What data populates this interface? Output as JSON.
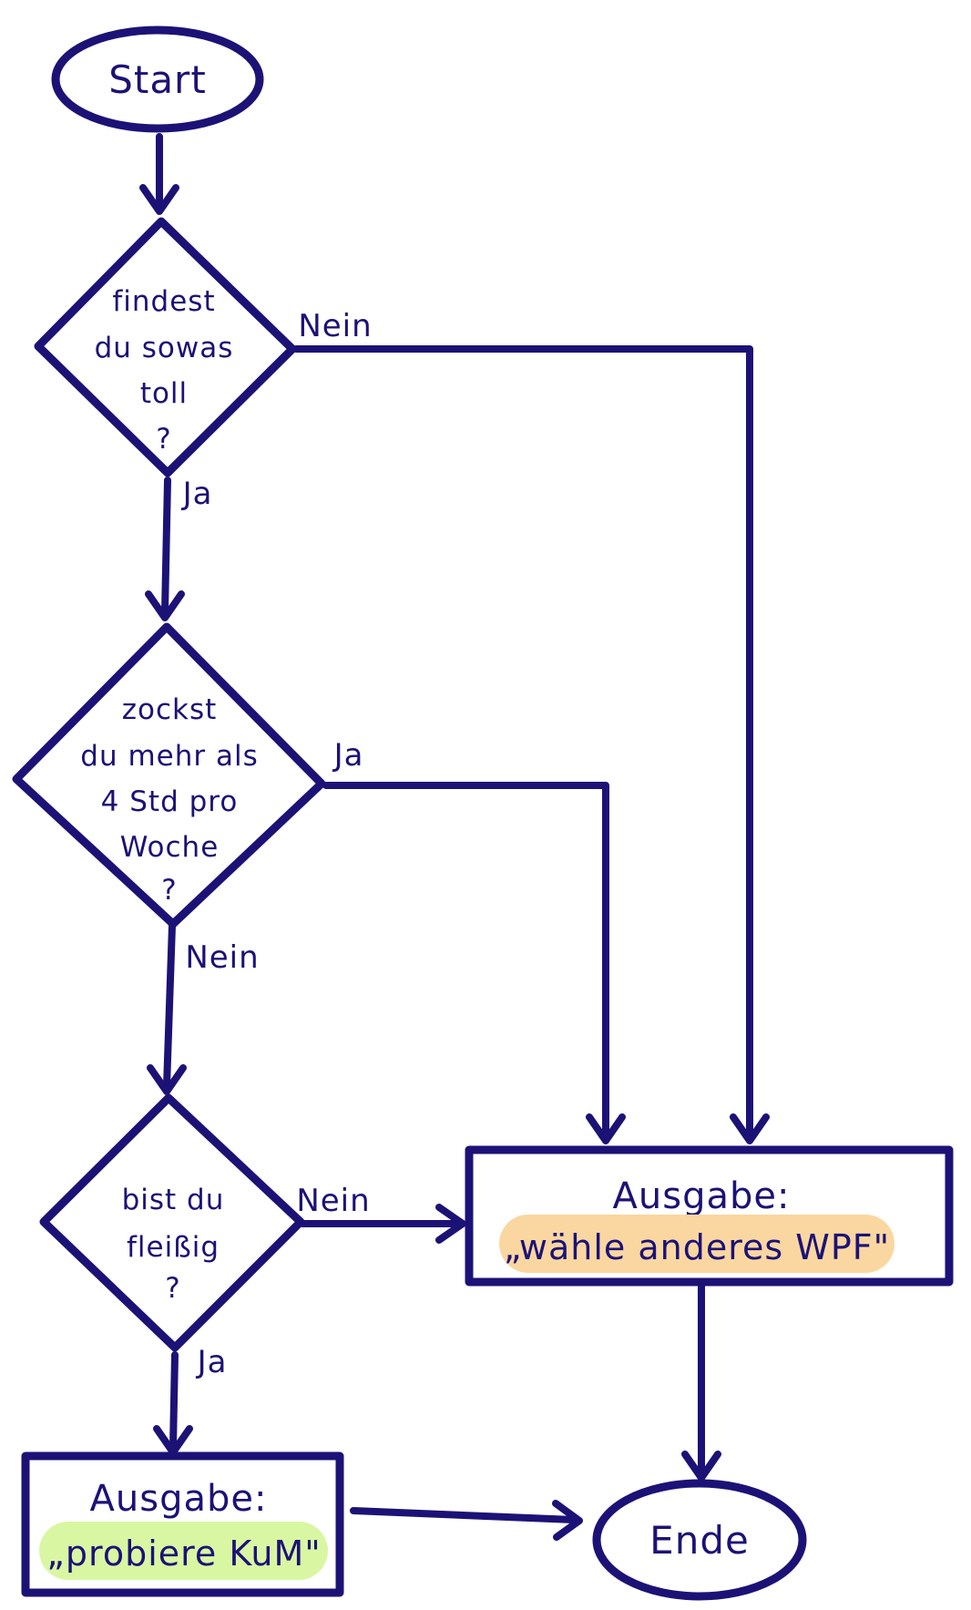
{
  "colors": {
    "line": "#1c1276",
    "text": "#1c1276",
    "background": "#ffffff",
    "highlight_orange": "#fad7a0",
    "highlight_green": "#d9f7a3"
  },
  "nodes": {
    "start": {
      "label": "Start"
    },
    "d1": {
      "lines": [
        "findest",
        "du sowas",
        "toll",
        "?"
      ]
    },
    "d2": {
      "lines": [
        "zockst",
        "du mehr als",
        "4 Std pro",
        "Woche",
        "?"
      ]
    },
    "d3": {
      "lines": [
        "bist du",
        "fleißig",
        "?"
      ]
    },
    "out_wpf": {
      "title": "Ausgabe:",
      "value": "„wähle anderes WPF\""
    },
    "out_kum": {
      "title": "Ausgabe:",
      "value": "„probiere KuM\""
    },
    "ende": {
      "label": "Ende"
    }
  },
  "edges": {
    "d1_no": "Nein",
    "d1_yes": "Ja",
    "d2_yes": "Ja",
    "d2_no": "Nein",
    "d3_no": "Nein",
    "d3_yes": "Ja"
  }
}
